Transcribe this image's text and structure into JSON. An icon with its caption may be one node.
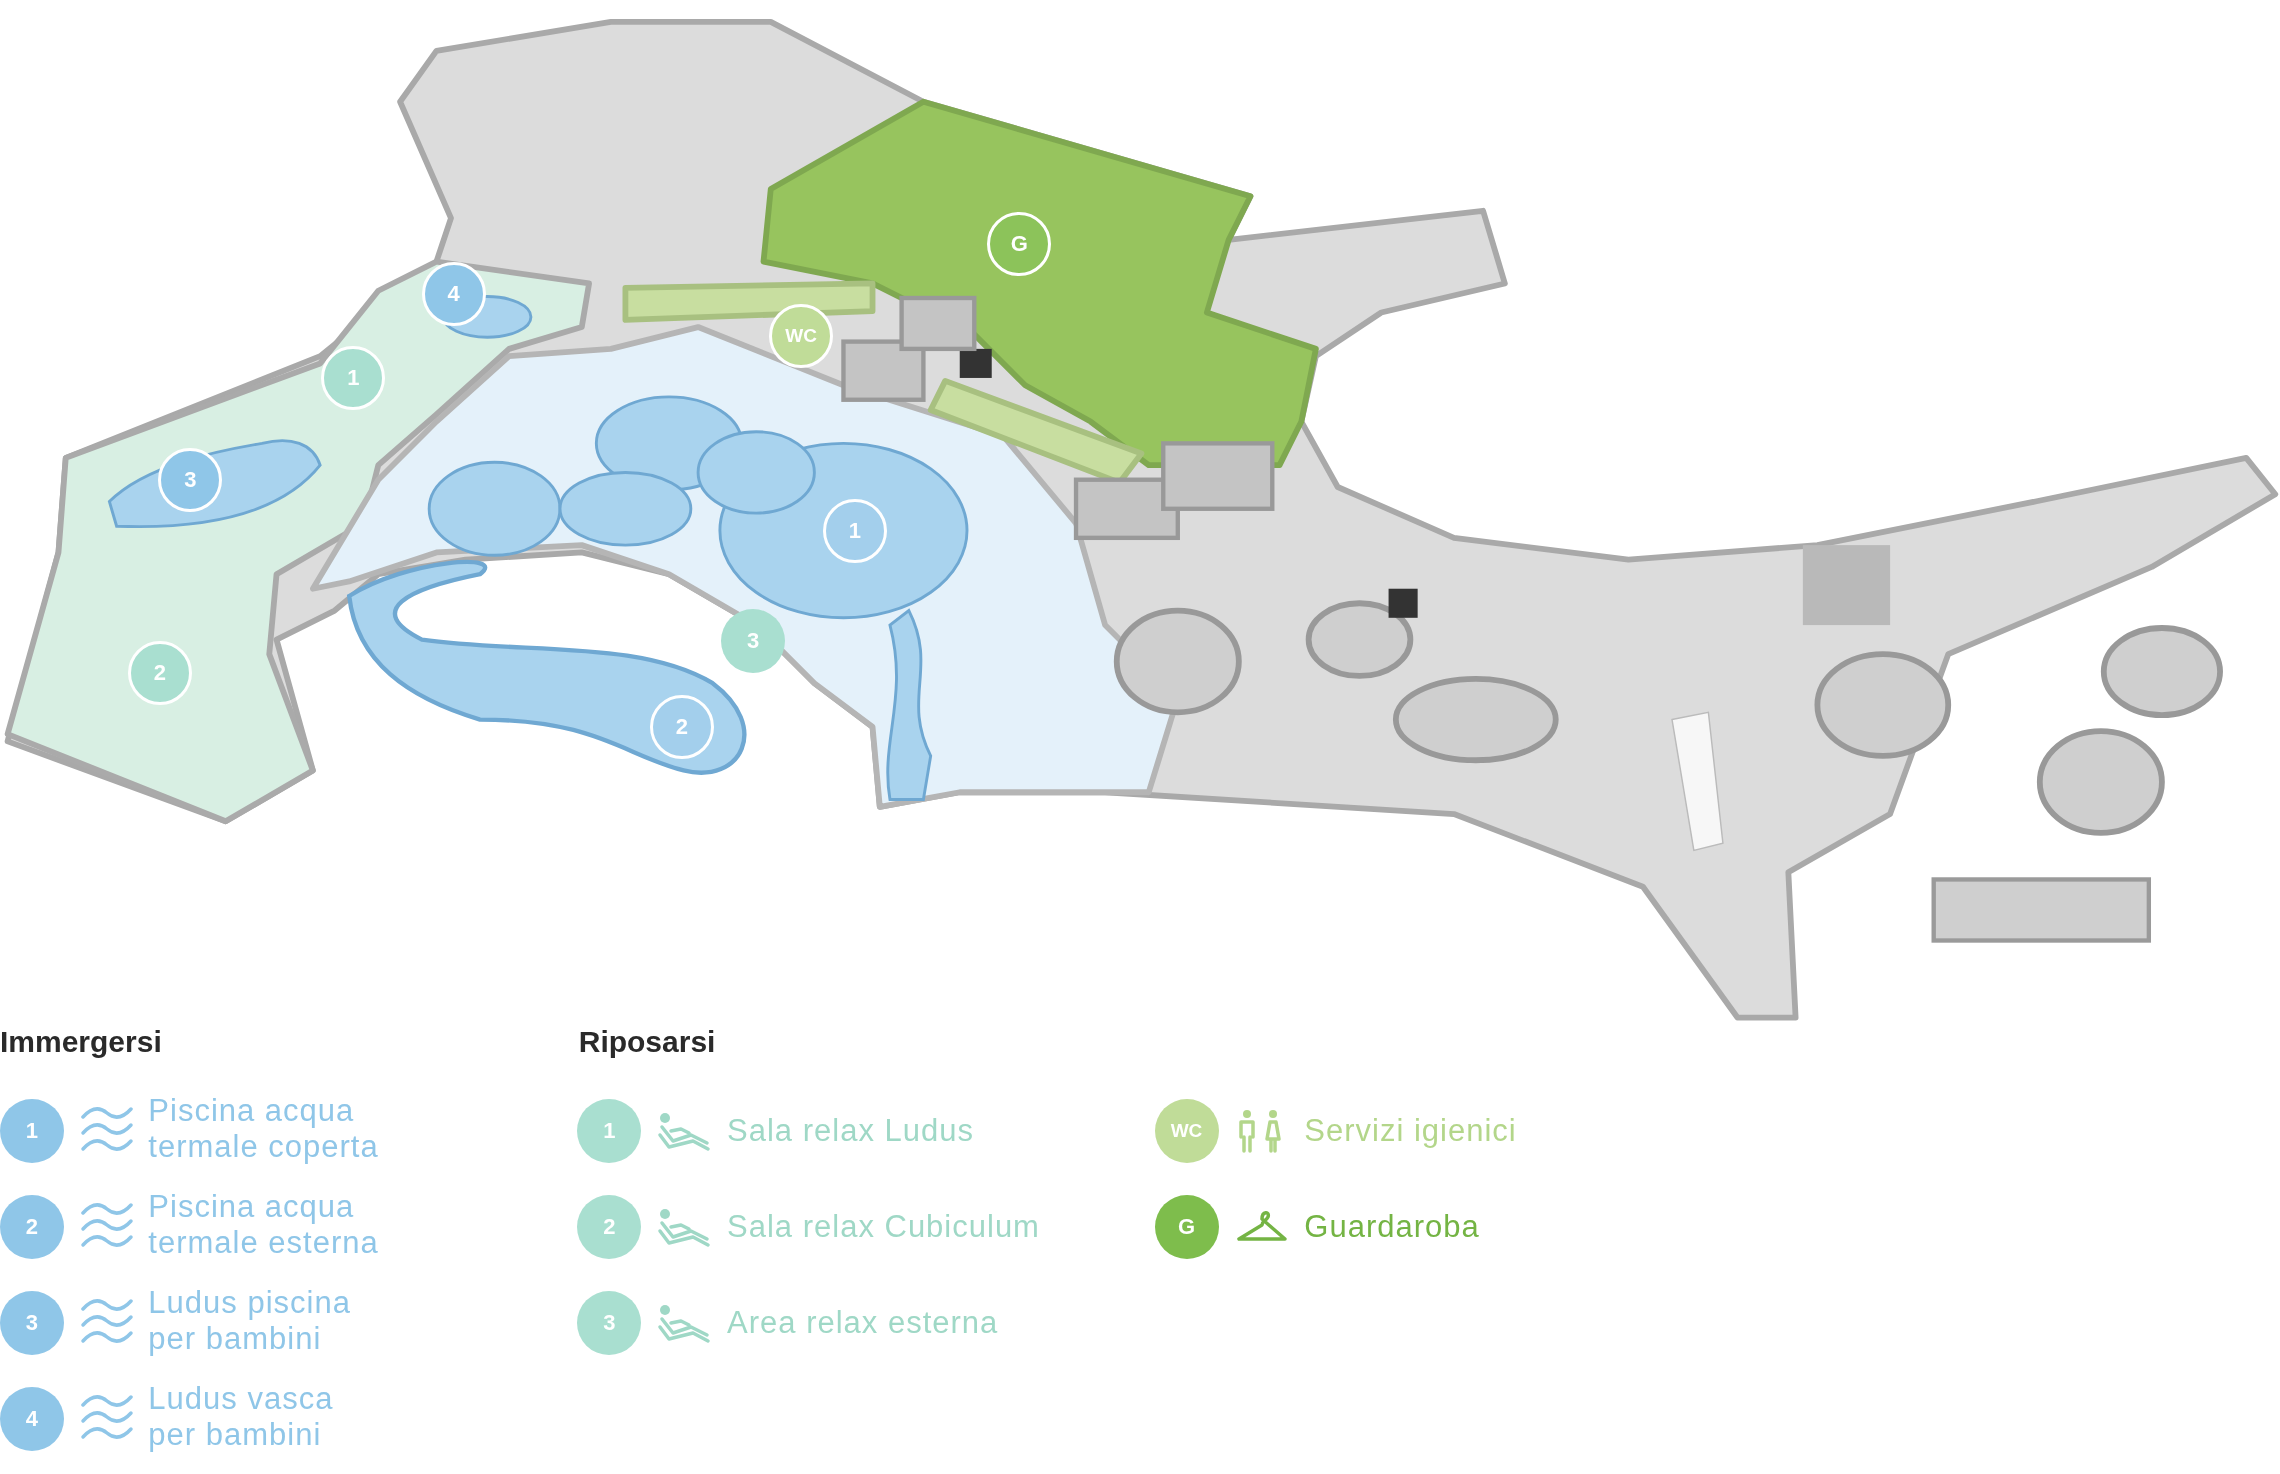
{
  "diagram": {
    "nodes": [
      {
        "text": [
          "G"
        ]
      },
      {
        "text": [
          "4"
        ]
      },
      {
        "text": [
          "WC"
        ]
      },
      {
        "text": [
          "1"
        ]
      },
      {
        "text": [
          "3"
        ]
      },
      {
        "text": [
          "1"
        ]
      },
      {
        "text": [
          "3"
        ]
      },
      {
        "text": [
          "2"
        ]
      },
      {
        "text": [
          "2"
        ]
      },
      {
        "text": [
          "1"
        ],
        "beside": [
          "Piscina acqua termale coperta"
        ]
      },
      {
        "text": [
          "2"
        ],
        "beside": [
          "Piscina acqua termale esterna"
        ]
      },
      {
        "text": [
          "3"
        ],
        "beside": [
          "Ludus piscina per bambini"
        ]
      },
      {
        "text": [
          "4"
        ],
        "beside": [
          "Ludus vasca per bambini"
        ]
      },
      {
        "text": [
          "1"
        ],
        "beside": [
          "Sala relax Ludus"
        ]
      },
      {
        "text": [
          "2"
        ],
        "beside": [
          "Sala relax Cubiculum"
        ]
      },
      {
        "text": [
          "3"
        ],
        "beside": [
          "Area relax esterna"
        ]
      },
      {
        "text": [
          "WC"
        ],
        "beside": [
          "Servizi igienici"
        ]
      },
      {
        "text": [
          "G"
        ],
        "beside": [
          "Guardaroba"
        ]
      }
    ],
    "edges": [],
    "labels": [
      "Immergersi",
      "Riposarsi"
    ]
  }
}
